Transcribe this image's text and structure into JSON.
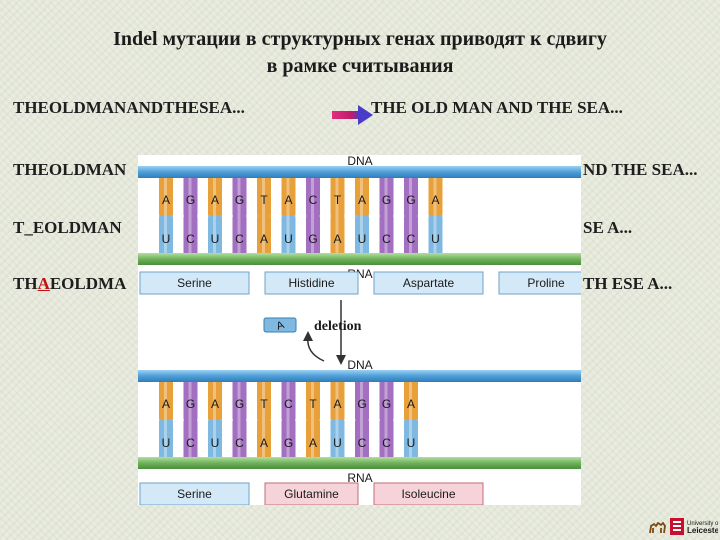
{
  "title": {
    "line1": "Indel мутации в структурных генах приводят к сдвигу",
    "line2": "в рамке считывания"
  },
  "examples": {
    "original": "THEOLDMANANDTHESEA...",
    "original_spaced": "THE OLD MAN AND THE SEA...",
    "row2_left": "THEOLDMAN",
    "row2_right": "ND THE SEA...",
    "row3_left": "T_EOLDMAN",
    "row3_right": "SE A...",
    "row4_left_pre": "TH",
    "row4_left_hl": "A",
    "row4_left_post": "EOLDMA",
    "row4_right": "TH ESE A..."
  },
  "figure": {
    "top": {
      "dna_label": "DNA",
      "rna_label": "RNA",
      "dna_bases": [
        "A",
        "G",
        "A",
        "G",
        "T",
        "A",
        "C",
        "T",
        "A",
        "G",
        "G",
        "A"
      ],
      "rna_bases": [
        "U",
        "C",
        "U",
        "C",
        "A",
        "U",
        "G",
        "A",
        "U",
        "C",
        "C",
        "U"
      ],
      "amino_acids": [
        "Serine",
        "Histidine",
        "Aspartate",
        "Proline"
      ]
    },
    "deletion_label": "deletion",
    "deleted_base": "A",
    "bottom": {
      "dna_label": "DNA",
      "rna_label": "RNA",
      "dna_bases": [
        "A",
        "G",
        "A",
        "G",
        "T",
        "C",
        "T",
        "A",
        "G",
        "G",
        "A"
      ],
      "rna_bases": [
        "U",
        "C",
        "U",
        "C",
        "A",
        "G",
        "A",
        "U",
        "C",
        "C",
        "U"
      ],
      "amino_acids": [
        "Serine",
        "Glutamine",
        "Isoleucine"
      ]
    }
  },
  "logo": {
    "university_name": "University of Leicester"
  },
  "colors": {
    "A": "#e8a03a",
    "G": "#a36fc0",
    "T": "#e8a03a",
    "C": "#a36fc0",
    "U": "#7fb8e0",
    "dna_strand": "#5aa5dc",
    "rna_strand": "#7fb86a",
    "protein_box": "#d4e9f7",
    "mutant_protein_box": "#f6d3d8",
    "arrow_fill": "#d01c6e",
    "arrow_head": "#4a3cc8"
  }
}
